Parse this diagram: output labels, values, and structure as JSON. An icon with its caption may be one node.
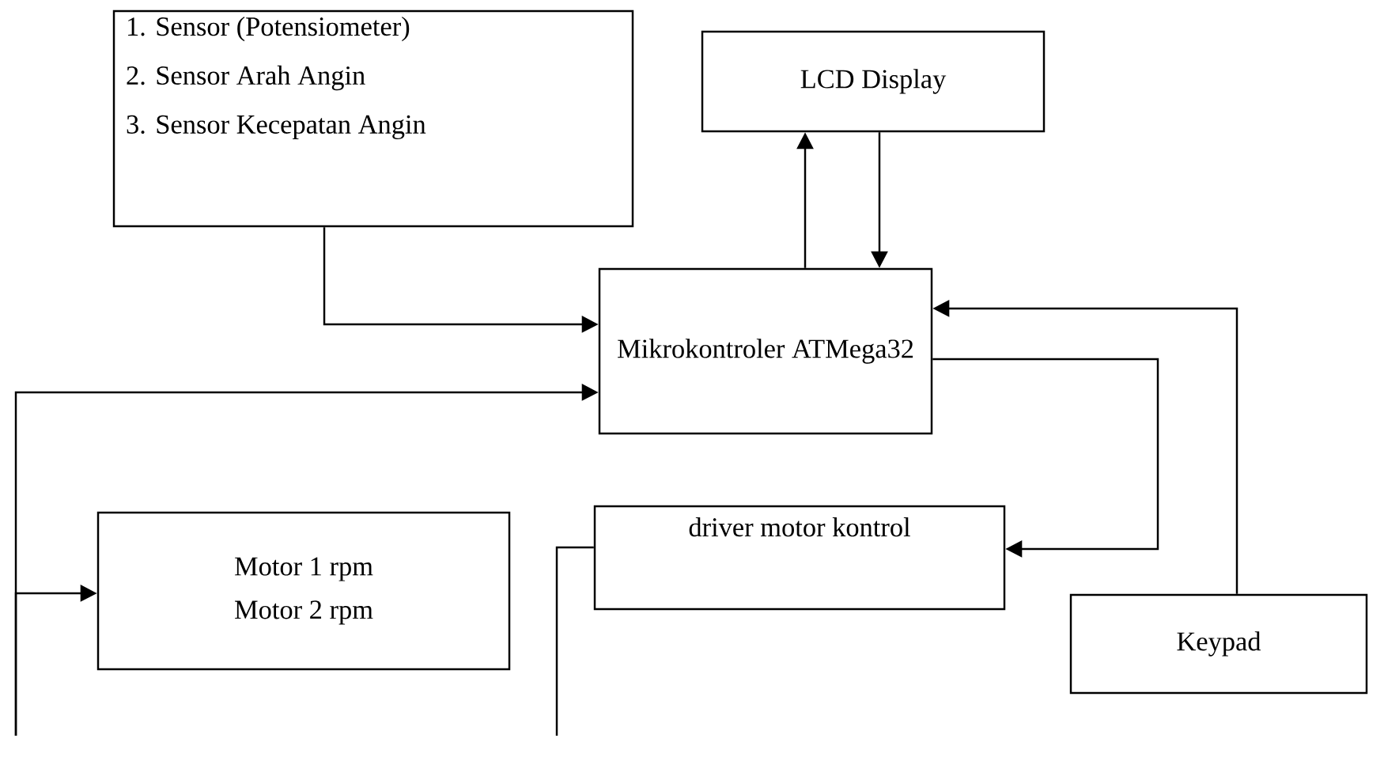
{
  "diagram": {
    "nodes": [
      {
        "text": [
          "1. Sensor (Potensiometer)",
          "2. Sensor Arah Angin",
          "3. Sensor Kecepatan Angin"
        ]
      },
      {
        "text": [
          "LCD Display"
        ]
      },
      {
        "text": [
          "Mikrokontroler ATMega32"
        ]
      },
      {
        "text": [
          "Motor 1 rpm",
          "Motor 2 rpm"
        ]
      },
      {
        "text": [
          "driver motor kontrol"
        ]
      },
      {
        "text": [
          "Keypad"
        ]
      }
    ],
    "edges": [
      {
        "from": 0,
        "to": 2,
        "arrow": "to"
      },
      {
        "from": 2,
        "to": 1,
        "arrow": "to"
      },
      {
        "from": 1,
        "to": 2,
        "arrow": "to"
      },
      {
        "from": 5,
        "to": 2,
        "arrow": "to"
      },
      {
        "from": 2,
        "to": 4,
        "arrow": "to"
      },
      {
        "from": null,
        "to": 2,
        "arrow": "to"
      },
      {
        "from": null,
        "to": 3,
        "arrow": "to"
      },
      {
        "from": null,
        "to": 4,
        "arrow": "none"
      }
    ]
  }
}
